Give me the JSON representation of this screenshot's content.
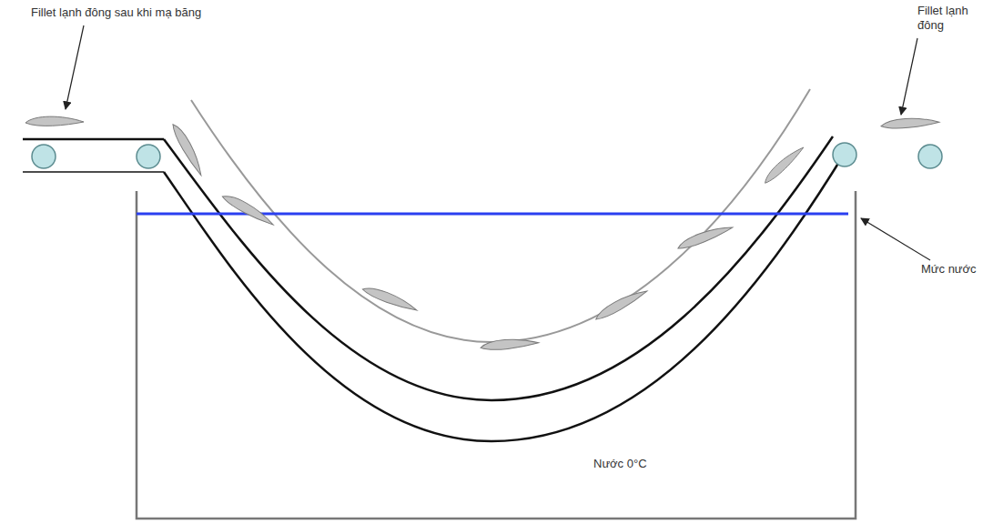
{
  "diagram": {
    "labels": [
      "Fillet lạnh đông sau khi mạ băng",
      "Fillet lạnh đông",
      "Mức nước",
      "Nước 0°C"
    ]
  }
}
